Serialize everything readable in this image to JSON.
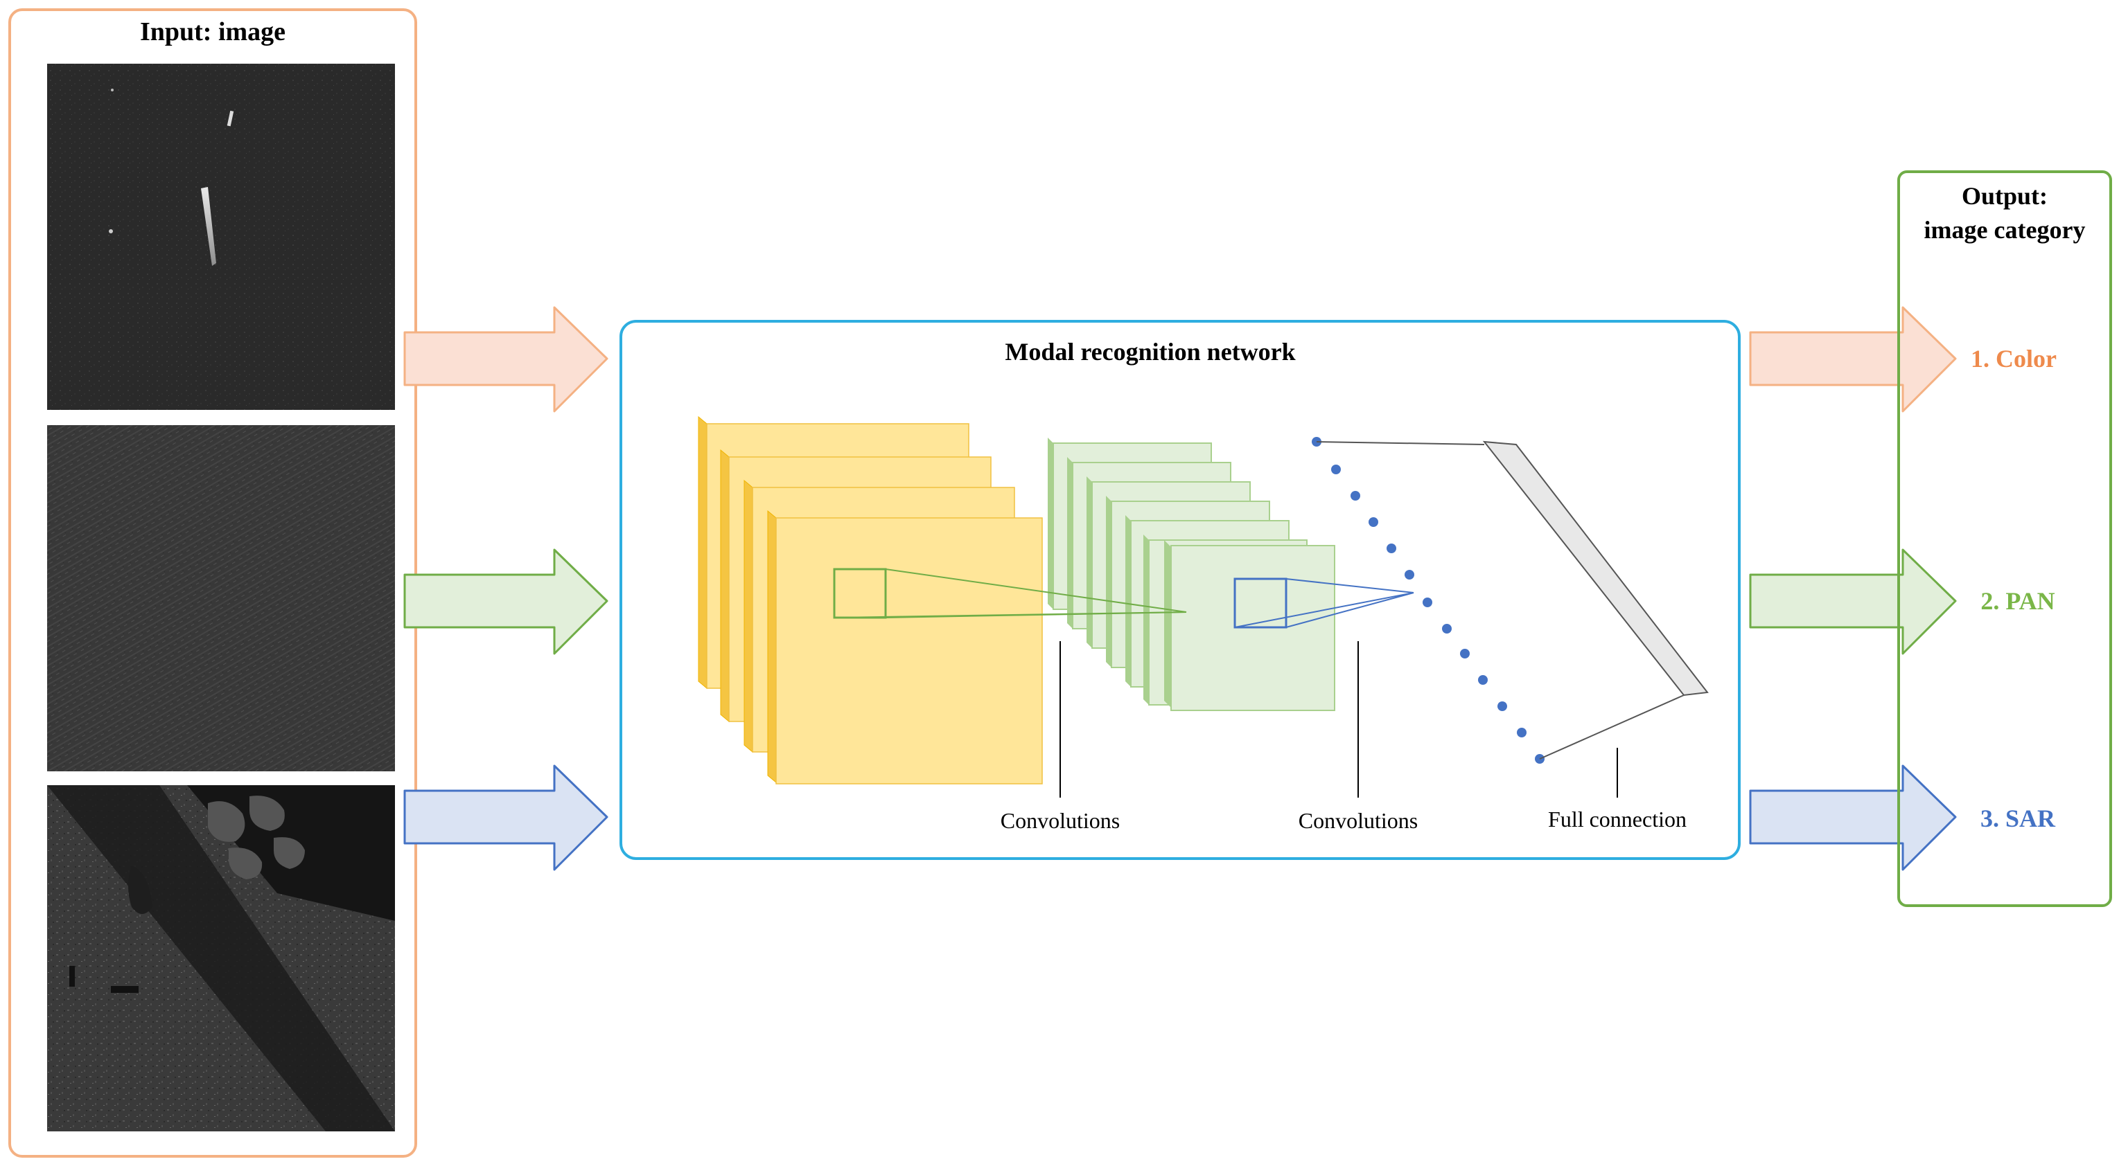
{
  "input": {
    "title": "Input: image"
  },
  "network": {
    "title": "Modal recognition network",
    "labels": [
      "Convolutions",
      "Convolutions",
      "Full connection"
    ]
  },
  "output": {
    "title_line1": "Output:",
    "title_line2": "image category",
    "categories": [
      {
        "label": "1. Color",
        "color": "#ee8a4c"
      },
      {
        "label": "2. PAN",
        "color": "#7ab648"
      },
      {
        "label": "3. SAR",
        "color": "#4472c4"
      }
    ]
  },
  "colors": {
    "input_frame": "#f4b183",
    "network_frame": "#2eaee0",
    "output_frame": "#70ad47",
    "arrow_orange_fill": "#fbe0d4",
    "arrow_orange_stroke": "#f4b183",
    "arrow_green_fill": "#e2efda",
    "arrow_green_stroke": "#70ad47",
    "arrow_blue_fill": "#dae3f3",
    "arrow_blue_stroke": "#4472c4",
    "yellow_fill": "#ffe699",
    "yellow_side": "#f5c542",
    "green_fill": "#e2efda",
    "green_side": "#a9d08e",
    "dot": "#4472c4"
  }
}
